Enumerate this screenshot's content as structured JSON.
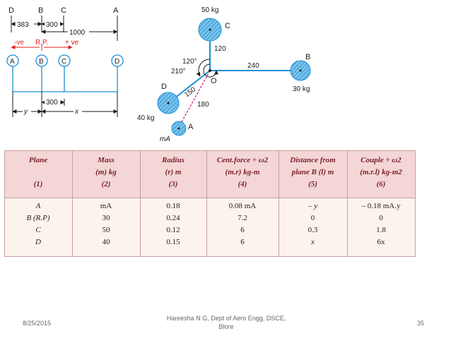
{
  "linear": {
    "top_labels": [
      "D",
      "B",
      "C",
      "A"
    ],
    "dims": [
      "383",
      "300",
      "1000"
    ],
    "direction": {
      "neg": "-ve",
      "rp": "R.P.",
      "pos": "+ ve"
    },
    "circles": [
      "A",
      "B",
      "C",
      "D"
    ],
    "bottom_dims": [
      "y",
      "300",
      "x"
    ]
  },
  "angular": {
    "masses": {
      "C": {
        "label": "C",
        "mass": "50 kg"
      },
      "B": {
        "label": "B",
        "mass": "30 kg"
      },
      "D": {
        "label": "D",
        "mass": "40 kg"
      },
      "A": {
        "label": "A",
        "mass": "mA"
      }
    },
    "radii": [
      "120",
      "240",
      "150",
      "180"
    ],
    "angles": [
      "120°",
      "210°"
    ],
    "center": "O"
  },
  "table": {
    "headers": [
      [
        "Plane",
        "",
        "(1)"
      ],
      [
        "Mass",
        "(m) kg",
        "(2)"
      ],
      [
        "Radius",
        "(r) m",
        "(3)"
      ],
      [
        "Cent.force ÷ ω2",
        "(m.r) kg-m",
        "(4)"
      ],
      [
        "Distance from",
        "plane B (l) m",
        "(5)"
      ],
      [
        "Couple ÷ ω2",
        "(m.r.l) kg-m2",
        "(6)"
      ]
    ],
    "rows": [
      [
        "A",
        "mA",
        "0.18",
        "0.08 mA",
        "– y",
        "– 0.18 mA.y"
      ],
      [
        "B (R.P)",
        "30",
        "0.24",
        "7.2",
        "0",
        "0"
      ],
      [
        "C",
        "50",
        "0.12",
        "6",
        "0.3",
        "1.8"
      ],
      [
        "D",
        "40",
        "0.15",
        "6",
        "x",
        "6x"
      ]
    ]
  },
  "footer": {
    "date": "8/25/2015",
    "author_line1": "Hareesha N G, Dept of Aero Engg, DSCE,",
    "author_line2": "Blore",
    "page": "35"
  }
}
